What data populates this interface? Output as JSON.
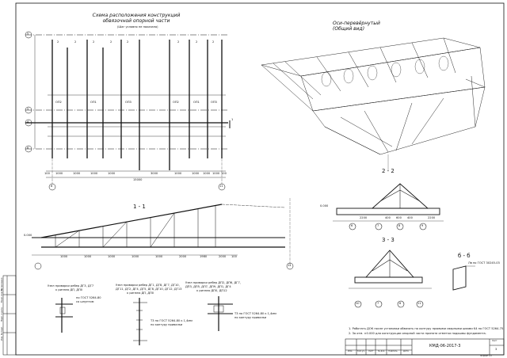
{
  "plan": {
    "title_line1": "Схема расположения конструкций",
    "title_line2": "обвязочной опорной части",
    "note": "(Шаг условно не показано)",
    "axes_rows": [
      "5",
      "5",
      "4",
      "6"
    ],
    "axes_cols": [
      "6",
      "11"
    ],
    "section_mark": "1",
    "dims_bottom": [
      "100",
      "1000",
      "1000",
      "1000",
      "1000",
      "3000",
      "1000",
      "1000",
      "1000",
      "1000",
      "100"
    ],
    "dim_total": "15000",
    "span_labels": [
      "2",
      "2",
      "2",
      "2",
      "2",
      "2",
      "2",
      "2"
    ],
    "row_labels": [
      "ОП2",
      "ОП1",
      "ОП3",
      "ОП2",
      "ОП1",
      "ОП3"
    ]
  },
  "view3d": {
    "title_line1": "Оси-перевёрнутый",
    "title_line2": "(Общий вид)"
  },
  "section11": {
    "title": "1 - 1",
    "level": "0.000",
    "dims": [
      "1000",
      "1000",
      "1000",
      "1000",
      "1000",
      "2000",
      "1980",
      "2000",
      "100"
    ],
    "axis_label": "11"
  },
  "section22": {
    "title": "2 - 2",
    "level": "0.000",
    "dims": [
      "2200",
      "400",
      "600",
      "400",
      "2200"
    ],
    "axes": [
      "6",
      "7",
      "8",
      "9"
    ]
  },
  "section33": {
    "title": "3 - 3",
    "axes": [
      "10",
      "7",
      "8",
      "11"
    ]
  },
  "section66": {
    "title": "б - б",
    "note": "Лв по ГОСТ 30245-03"
  },
  "nodes": [
    {
      "title_line1": "Узел приварки ребер ДГ3, ДГ7",
      "title_line2": "к ригелю ДП, ДП0",
      "note": "по ГОСТ 5264-80",
      "note2": "со шпунтом"
    },
    {
      "title_line1": "Узел приварки ребер ДГ1, ДГ8, ДГ7, ДГ10,",
      "title_line2": "ДГ11, ДГ2, ДГ4, ДГ5, ДГ8, ДГ10, ДГ12, ДГ13",
      "title_line3": "к ригелю ДП, ДП0",
      "note": "Т3 по ГОСТ 5264-80 к 1,4мм",
      "note2": "по контуру привалки"
    },
    {
      "title_line1": "Узел приварки ребер ДП2, ДП6, ДГ7,",
      "title_line2": "ДП3, ДП5, ДП7, ДП9, ДП1, ДГ4",
      "title_line3": "к ригелю ДП0, ДП12",
      "note": "Т3 по ГОСТ 5264-80 к 1,4мм",
      "note2": "по контуру привалки"
    }
  ],
  "notes": {
    "line1": "1. Работать ДОК после установки обвязать по контуру прямыми сварными швами K4 по ГОСТ 5264-75.",
    "line2": "2. За отм. ±0.000 для конструкции опорной части принята отметка подошвы фундамента."
  },
  "stamp": {
    "code": "КМД-06-2017-3",
    "headers": [
      "Изм.",
      "Кол.уч.",
      "Лист",
      "№ док.",
      "Подпись",
      "Дата"
    ],
    "sheet_label": "Лист",
    "sheet_no": "3",
    "format": "Формат  А3"
  },
  "left_strip": {
    "labels": [
      "Инв. № подл.",
      "Подп. и дата",
      "Взам. инв. №",
      "Согласовано"
    ]
  }
}
